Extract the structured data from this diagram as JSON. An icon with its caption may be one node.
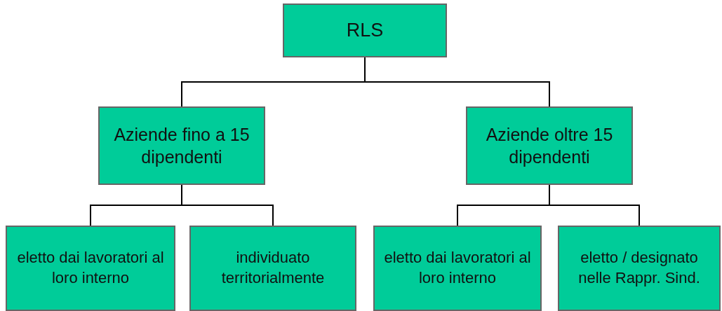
{
  "diagram": {
    "nodes": [
      {
        "text": [
          "RLS"
        ]
      },
      {
        "text": [
          "Aziende fino a 15 dipendenti"
        ]
      },
      {
        "text": [
          "Aziende oltre 15 dipendenti"
        ]
      },
      {
        "text": [
          "eletto dai lavoratori al loro interno"
        ]
      },
      {
        "text": [
          "individuato territorialmente"
        ]
      },
      {
        "text": [
          "eletto dai lavoratori al loro interno"
        ]
      },
      {
        "text": [
          "eletto / designato nelle Rappr. Sind."
        ]
      }
    ],
    "edges": [
      {
        "from": 0,
        "to": 1,
        "arrow": "none"
      },
      {
        "from": 0,
        "to": 2,
        "arrow": "none"
      },
      {
        "from": 1,
        "to": 3,
        "arrow": "none"
      },
      {
        "from": 1,
        "to": 4,
        "arrow": "none"
      },
      {
        "from": 2,
        "to": 5,
        "arrow": "none"
      },
      {
        "from": 2,
        "to": 6,
        "arrow": "none"
      }
    ]
  }
}
